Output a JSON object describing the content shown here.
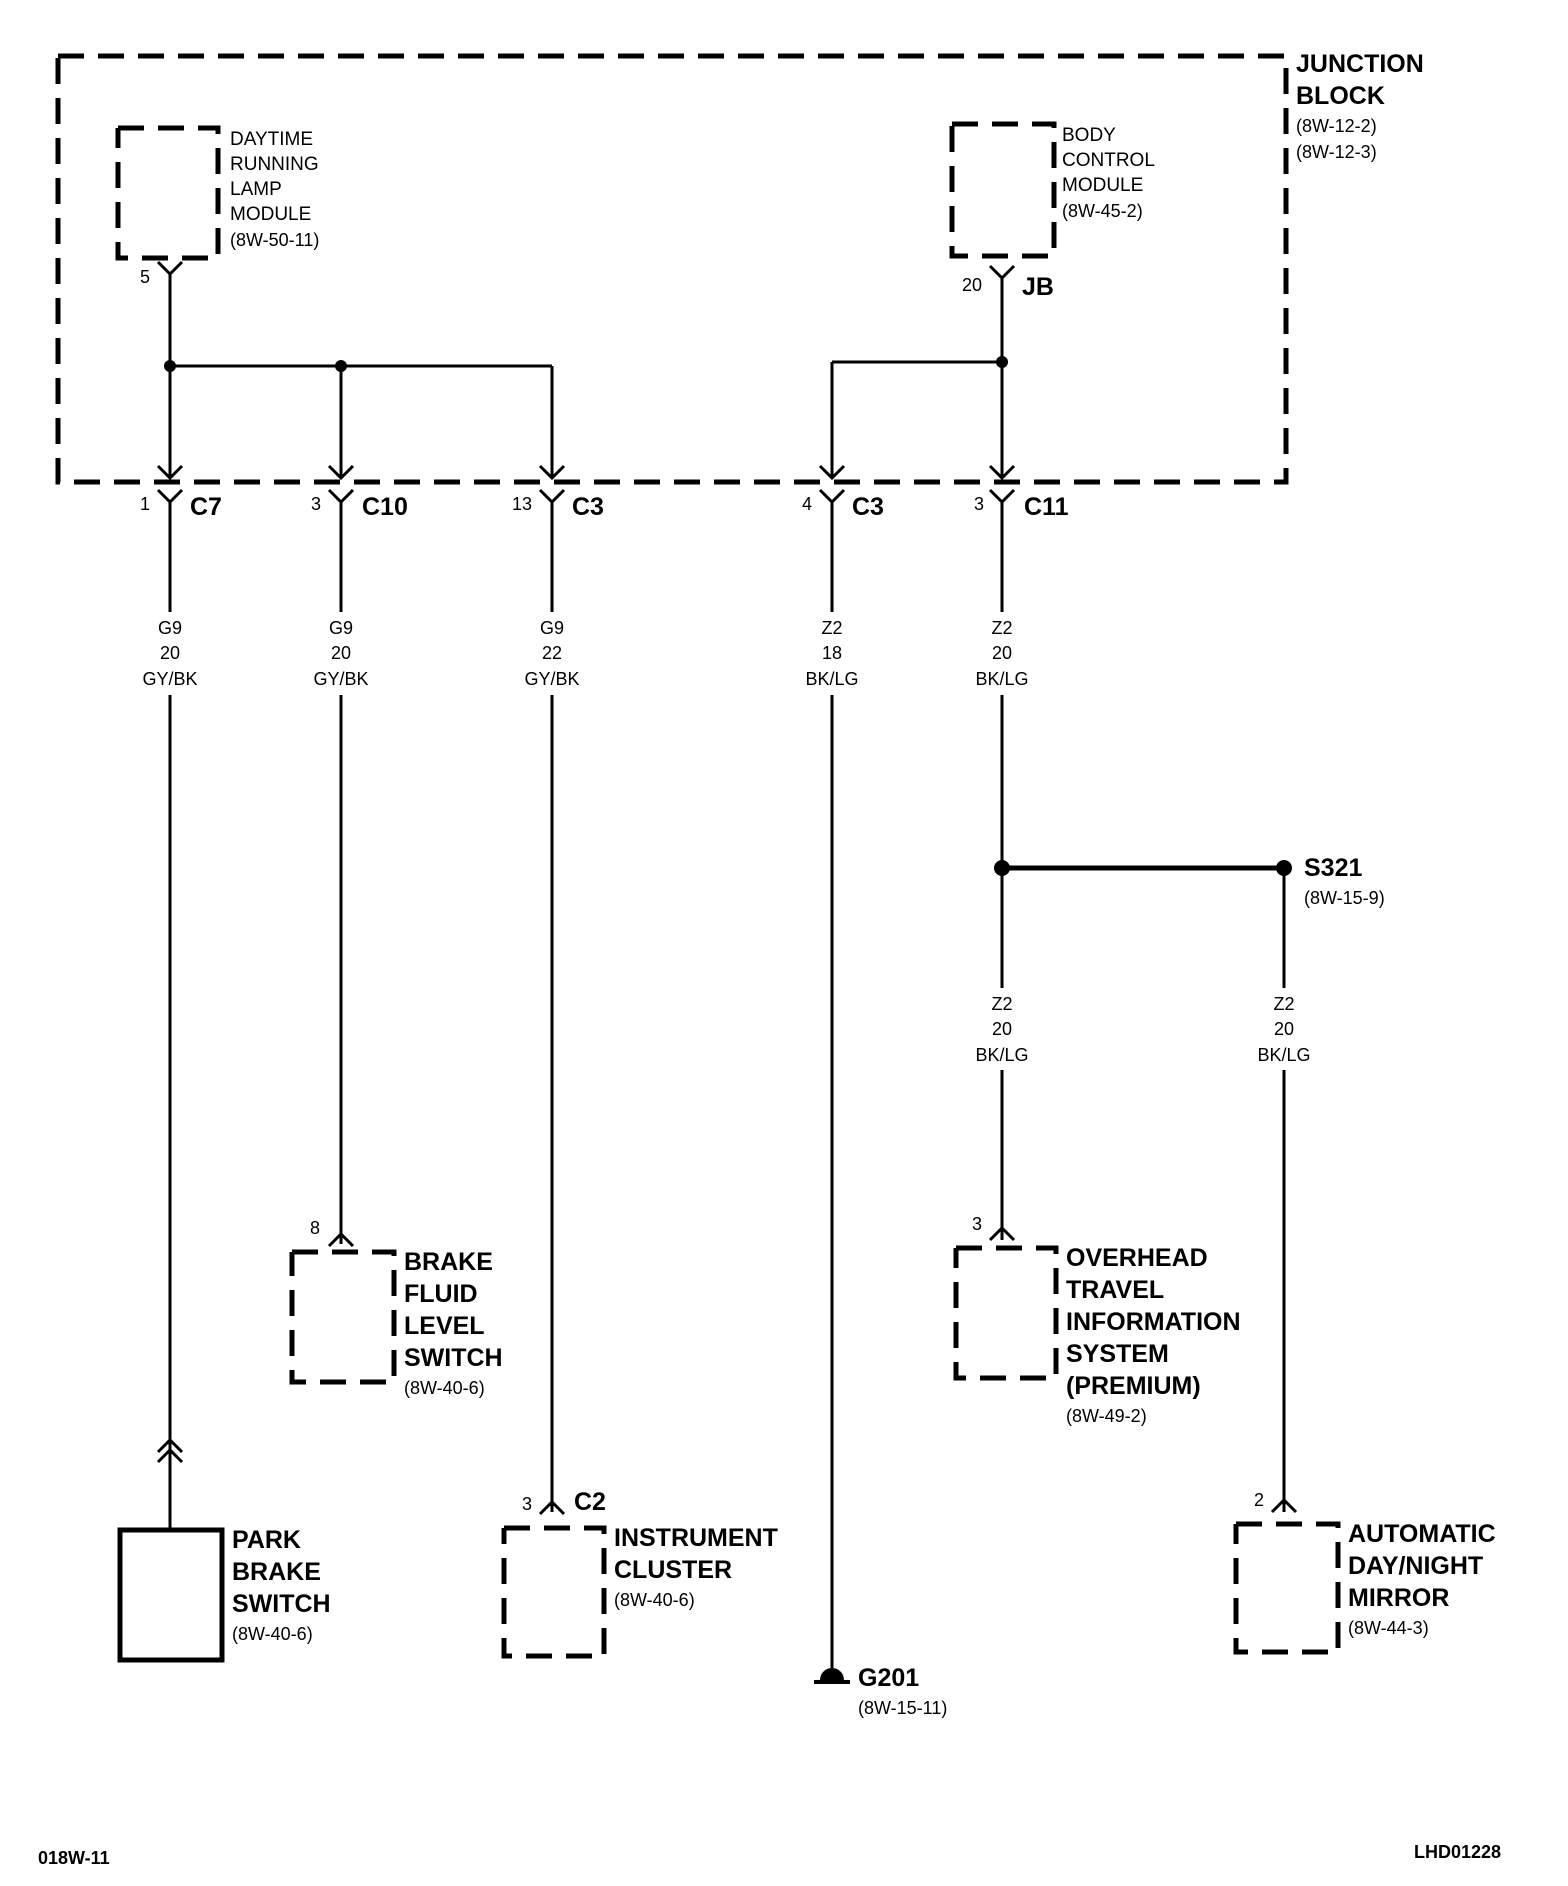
{
  "junction_block": {
    "title": [
      "JUNCTION",
      "BLOCK"
    ],
    "refs": [
      "(8W-12-2)",
      "(8W-12-3)"
    ]
  },
  "drl_module": {
    "lines": [
      "DAYTIME",
      "RUNNING",
      "LAMP",
      "MODULE"
    ],
    "ref": "(8W-50-11)",
    "pin": "5"
  },
  "bcm": {
    "lines": [
      "BODY",
      "CONTROL",
      "MODULE"
    ],
    "ref": "(8W-45-2)",
    "pin": "20",
    "connector": "JB"
  },
  "jb_connectors": [
    {
      "pin": "1",
      "name": "C7"
    },
    {
      "pin": "3",
      "name": "C10"
    },
    {
      "pin": "13",
      "name": "C3"
    },
    {
      "pin": "4",
      "name": "C3"
    },
    {
      "pin": "3",
      "name": "C11"
    }
  ],
  "wires": [
    {
      "circuit": "G9",
      "gauge": "20",
      "color": "GY/BK"
    },
    {
      "circuit": "G9",
      "gauge": "20",
      "color": "GY/BK"
    },
    {
      "circuit": "G9",
      "gauge": "22",
      "color": "GY/BK"
    },
    {
      "circuit": "Z2",
      "gauge": "18",
      "color": "BK/LG"
    },
    {
      "circuit": "Z2",
      "gauge": "20",
      "color": "BK/LG"
    },
    {
      "circuit": "Z2",
      "gauge": "20",
      "color": "BK/LG"
    },
    {
      "circuit": "Z2",
      "gauge": "20",
      "color": "BK/LG"
    }
  ],
  "splice": {
    "name": "S321",
    "ref": "(8W-15-9)"
  },
  "brake_fluid": {
    "pin": "8",
    "lines": [
      "BRAKE",
      "FLUID",
      "LEVEL",
      "SWITCH"
    ],
    "ref": "(8W-40-6)"
  },
  "overhead": {
    "pin": "3",
    "lines": [
      "OVERHEAD",
      "TRAVEL",
      "INFORMATION",
      "SYSTEM",
      "(PREMIUM)"
    ],
    "ref": "(8W-49-2)"
  },
  "park_brake": {
    "lines": [
      "PARK",
      "BRAKE",
      "SWITCH"
    ],
    "ref": "(8W-40-6)"
  },
  "instrument_cluster": {
    "pin": "3",
    "connector": "C2",
    "lines": [
      "INSTRUMENT",
      "CLUSTER"
    ],
    "ref": "(8W-40-6)"
  },
  "mirror": {
    "pin": "2",
    "lines": [
      "AUTOMATIC",
      "DAY/NIGHT",
      "MIRROR"
    ],
    "ref": "(8W-44-3)"
  },
  "ground": {
    "name": "G201",
    "ref": "(8W-15-11)"
  },
  "footer": {
    "left": "018W-11",
    "right": "LHD01228"
  }
}
